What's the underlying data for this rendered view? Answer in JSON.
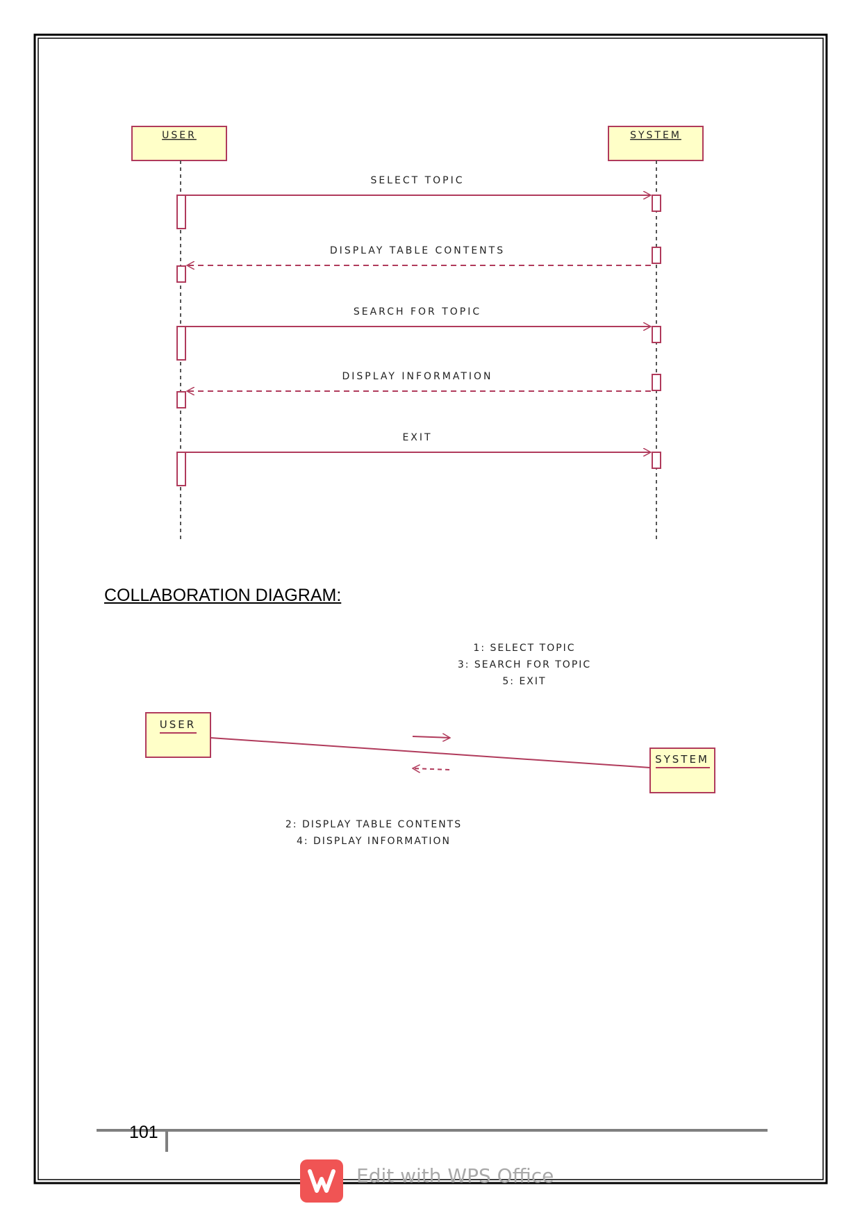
{
  "colors": {
    "line": "#b03a5b",
    "box_fill": "#ffffc8",
    "box_stroke": "#b03a5b",
    "frame": "#000000",
    "footer_rule": "#7f7f7f",
    "wps_red": "#f05454"
  },
  "sequence": {
    "lifelines": [
      "USER",
      "SYSTEM"
    ],
    "messages": [
      {
        "label": "SELECT TOPIC",
        "from": "USER",
        "to": "SYSTEM",
        "kind": "call"
      },
      {
        "label": "DISPLAY TABLE CONTENTS",
        "from": "SYSTEM",
        "to": "USER",
        "kind": "return"
      },
      {
        "label": "SEARCH FOR TOPIC",
        "from": "USER",
        "to": "SYSTEM",
        "kind": "call"
      },
      {
        "label": "DISPLAY INFORMATION",
        "from": "SYSTEM",
        "to": "USER",
        "kind": "return"
      },
      {
        "label": "EXIT",
        "from": "USER",
        "to": "SYSTEM",
        "kind": "call"
      }
    ]
  },
  "collaboration": {
    "heading": "COLLABORATION DIAGRAM:",
    "objects": [
      "USER",
      "SYSTEM"
    ],
    "forward_messages": [
      "1: SELECT TOPIC",
      "3: SEARCH FOR TOPIC",
      "5: EXIT"
    ],
    "return_messages": [
      "2: DISPLAY TABLE CONTENTS",
      "4: DISPLAY INFORMATION"
    ]
  },
  "footer": {
    "page_number": "101"
  },
  "watermark": {
    "text": "Edit with WPS Office",
    "icon": "wps-logo-icon"
  }
}
